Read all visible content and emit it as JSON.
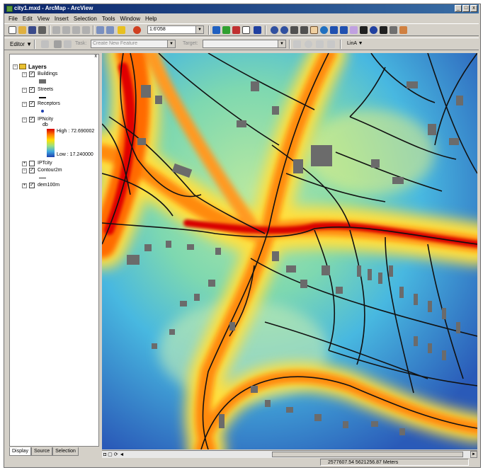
{
  "window": {
    "title": "city1.mxd - ArcMap - ArcView",
    "controls": [
      "_",
      "□",
      "x"
    ]
  },
  "menu": [
    "File",
    "Edit",
    "View",
    "Insert",
    "Selection",
    "Tools",
    "Window",
    "Help"
  ],
  "standard_toolbar": {
    "scale_value": "1:6'058"
  },
  "editor_toolbar": {
    "editor_label": "Editor",
    "task_label": "Task:",
    "task_value": "Create New Feature",
    "target_label": "Target:",
    "target_value": "",
    "lina_label": "LinA"
  },
  "toc": {
    "root_label": "Layers",
    "layers": [
      {
        "name": "Buildings",
        "checked": true,
        "expanded": true
      },
      {
        "name": "Streets",
        "checked": true,
        "expanded": true
      },
      {
        "name": "Receptors",
        "checked": true,
        "expanded": true
      },
      {
        "name": "IPNcity",
        "checked": true,
        "expanded": true
      },
      {
        "name": "IPTcity",
        "checked": false,
        "expanded": false
      },
      {
        "name": "Contour2m",
        "checked": true,
        "expanded": true
      },
      {
        "name": "dem100m",
        "checked": true,
        "expanded": false
      }
    ],
    "legend": {
      "unit": "db",
      "high_label": "High : 72.690002",
      "low_label": "Low : 17.240000"
    },
    "tabs": [
      "Display",
      "Source",
      "Selection"
    ]
  },
  "status_bar": {
    "coordinates": "2577607.54  5621256.87 Meters"
  },
  "colors": {
    "title_bar": "#0a246a",
    "chrome": "#d4d0c8",
    "noise_high": "#d40000",
    "noise_low": "#1e3fae",
    "building": "#6b6b6b",
    "street": "#111111"
  }
}
